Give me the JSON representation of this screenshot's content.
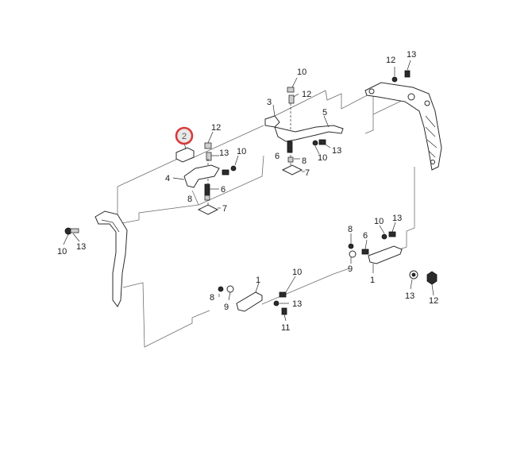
{
  "highlight": {
    "label": "2",
    "ring_color": "#d93a3a"
  },
  "callouts": [
    "12",
    "13",
    "10",
    "3",
    "12",
    "13",
    "5",
    "6",
    "8",
    "10",
    "13",
    "7",
    "12",
    "13",
    "10",
    "4",
    "6",
    "8",
    "7",
    "13",
    "10",
    "10",
    "13",
    "8",
    "6",
    "9",
    "1",
    "1",
    "10",
    "8",
    "9",
    "13",
    "11",
    "13",
    "12"
  ],
  "colors": {
    "line": "#2b2b2b",
    "frame": "#6e6e6e",
    "highlight": "#d93a3a"
  }
}
